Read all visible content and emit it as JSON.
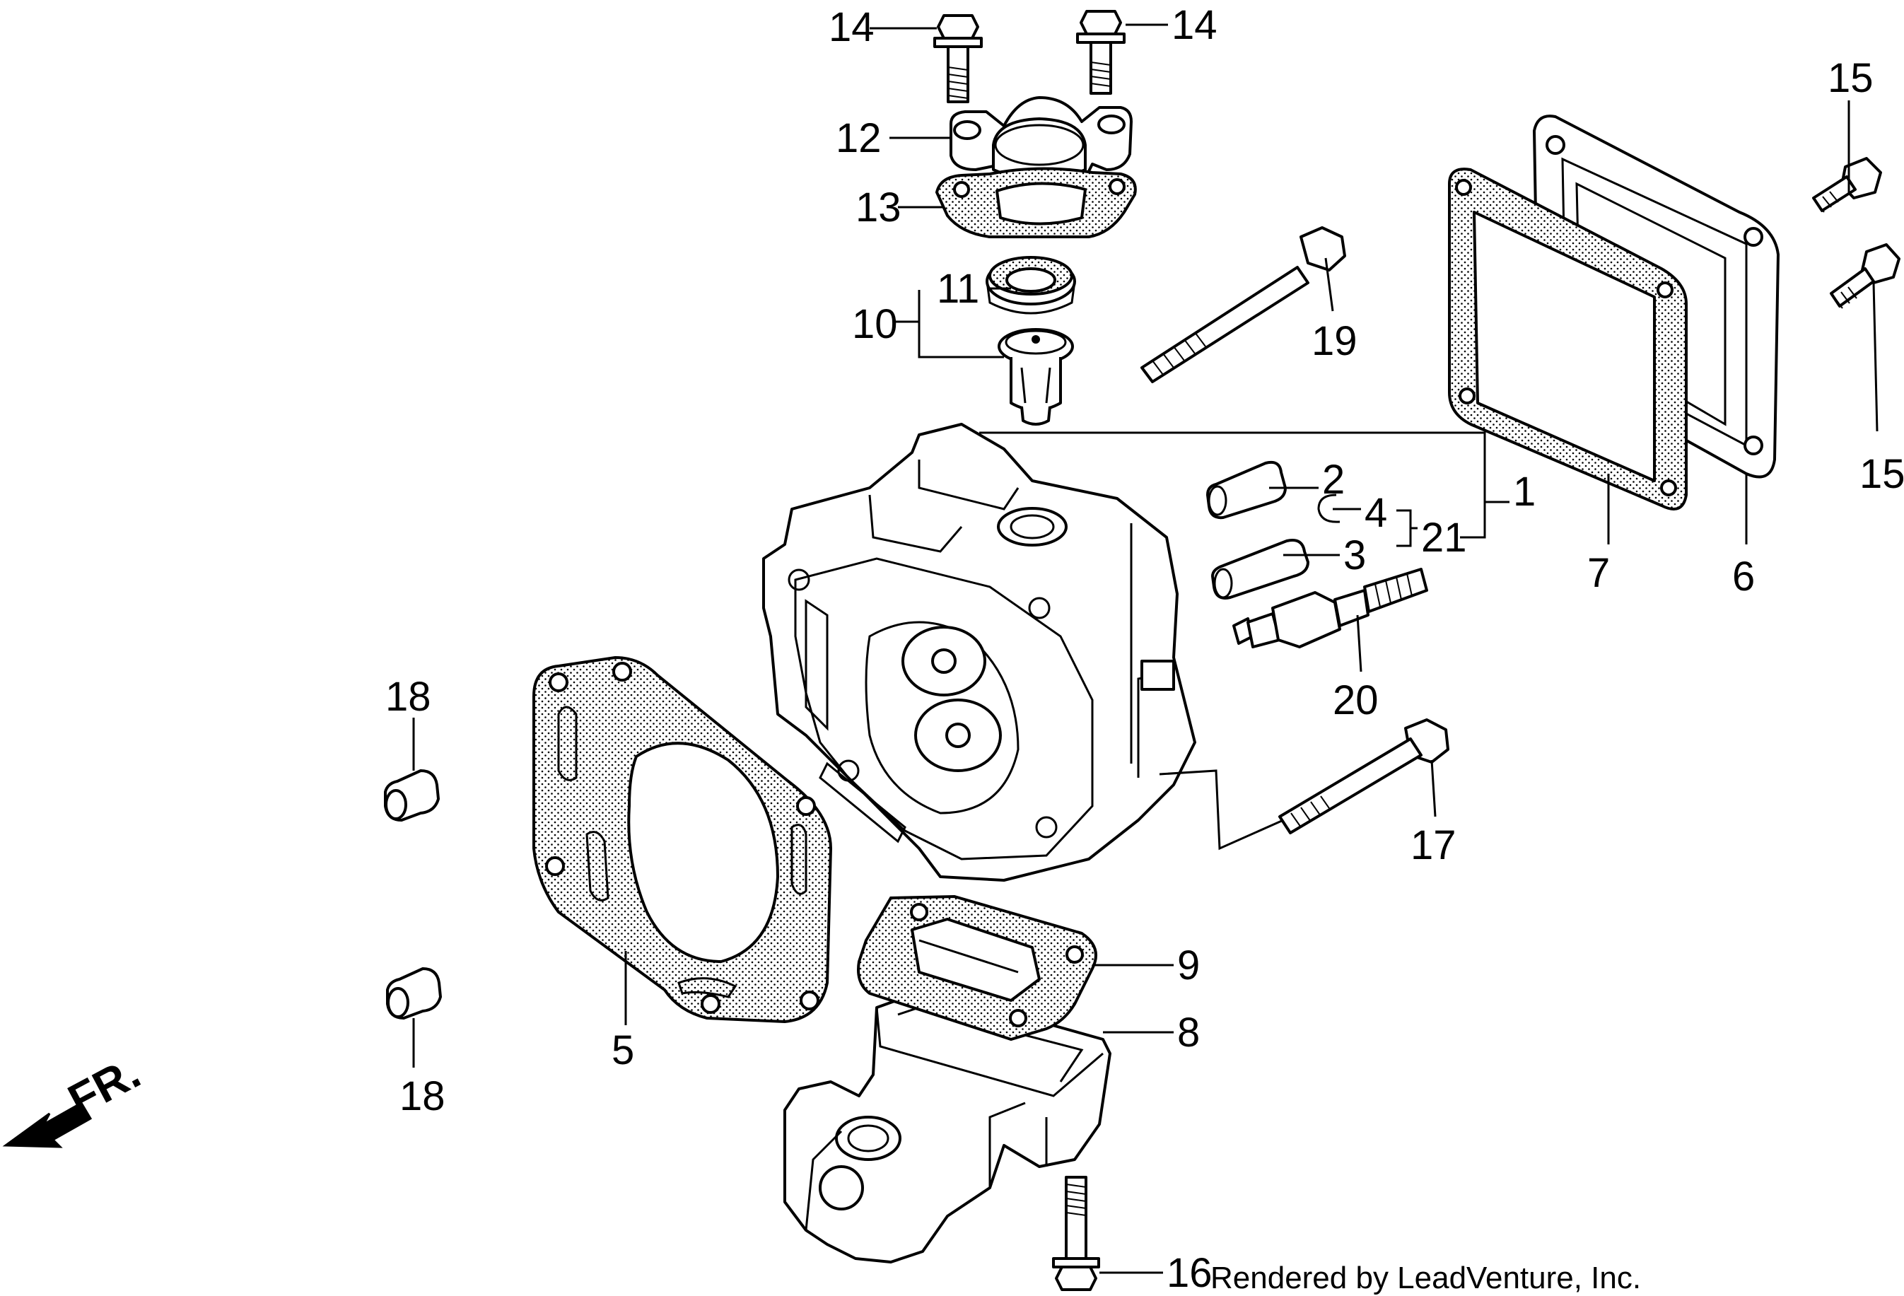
{
  "title": "",
  "callouts": [
    {
      "id": "1",
      "text": "1"
    },
    {
      "id": "2",
      "text": "2"
    },
    {
      "id": "3",
      "text": "3"
    },
    {
      "id": "4",
      "text": "4"
    },
    {
      "id": "5",
      "text": "5"
    },
    {
      "id": "6",
      "text": "6"
    },
    {
      "id": "7",
      "text": "7"
    },
    {
      "id": "8",
      "text": "8"
    },
    {
      "id": "9",
      "text": "9"
    },
    {
      "id": "10",
      "text": "10"
    },
    {
      "id": "11",
      "text": "11"
    },
    {
      "id": "12",
      "text": "12"
    },
    {
      "id": "13",
      "text": "13"
    },
    {
      "id": "14a",
      "text": "14"
    },
    {
      "id": "14b",
      "text": "14"
    },
    {
      "id": "15a",
      "text": "15"
    },
    {
      "id": "15b",
      "text": "15"
    },
    {
      "id": "16",
      "text": "16"
    },
    {
      "id": "17",
      "text": "17"
    },
    {
      "id": "18a",
      "text": "18"
    },
    {
      "id": "18b",
      "text": "18"
    },
    {
      "id": "19",
      "text": "19"
    },
    {
      "id": "20",
      "text": "20"
    },
    {
      "id": "21",
      "text": "21"
    }
  ],
  "direction_label": "FR.",
  "credit": "Rendered by LeadVenture, Inc."
}
